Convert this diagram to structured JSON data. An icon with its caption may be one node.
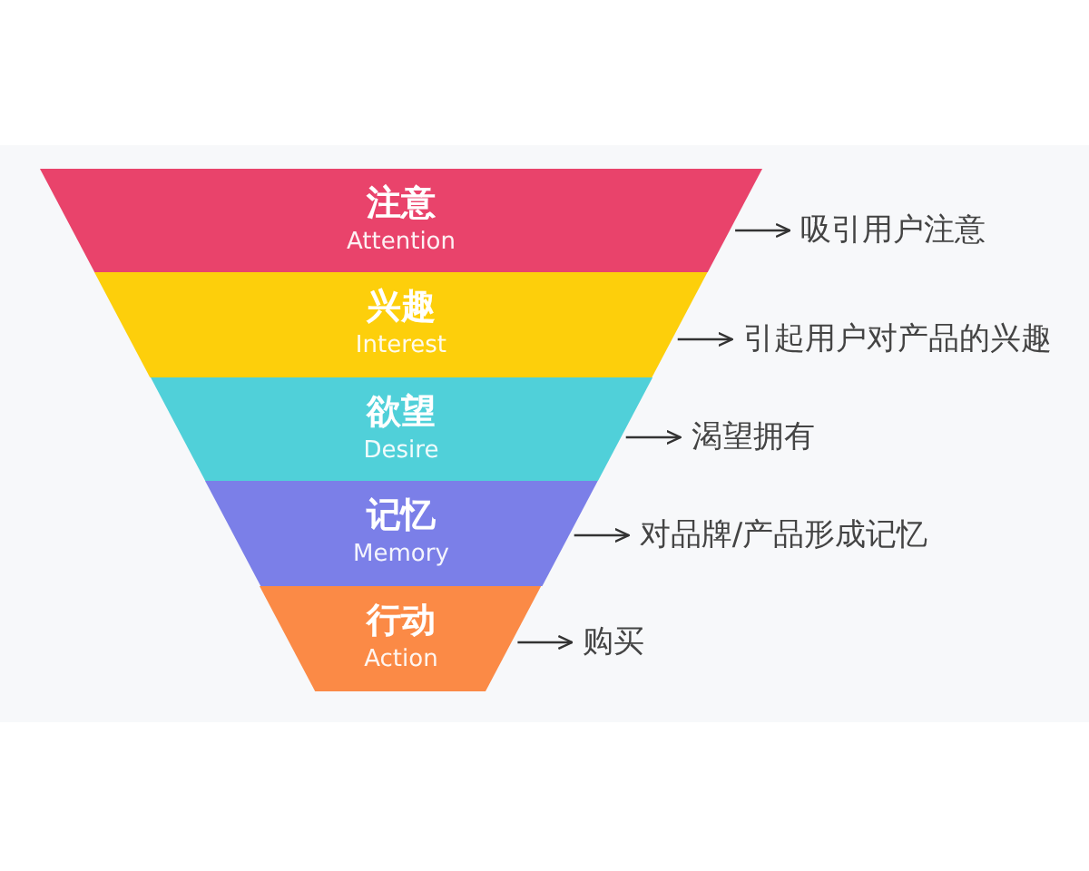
{
  "diagram": {
    "nodes": [
      {
        "text": [
          "注意",
          "Attention"
        ]
      },
      {
        "text": [
          "兴趣",
          "Interest"
        ]
      },
      {
        "text": [
          "欲望",
          "Desire"
        ]
      },
      {
        "text": [
          "记忆",
          "Memory"
        ]
      },
      {
        "text": [
          "行动",
          "Action"
        ]
      },
      {
        "text": [
          "吸引用户注意"
        ]
      },
      {
        "text": [
          "引起用户对产品的兴趣"
        ]
      },
      {
        "text": [
          "渴望拥有"
        ]
      },
      {
        "text": [
          "对品牌/产品形成记忆"
        ]
      },
      {
        "text": [
          "购买"
        ]
      }
    ],
    "edges": [
      {
        "from": 0,
        "to": 5,
        "arrow": "to"
      },
      {
        "from": 1,
        "to": 6,
        "arrow": "to"
      },
      {
        "from": 2,
        "to": 7,
        "arrow": "to"
      },
      {
        "from": 3,
        "to": 8,
        "arrow": "to"
      },
      {
        "from": 4,
        "to": 9,
        "arrow": "to"
      }
    ]
  }
}
